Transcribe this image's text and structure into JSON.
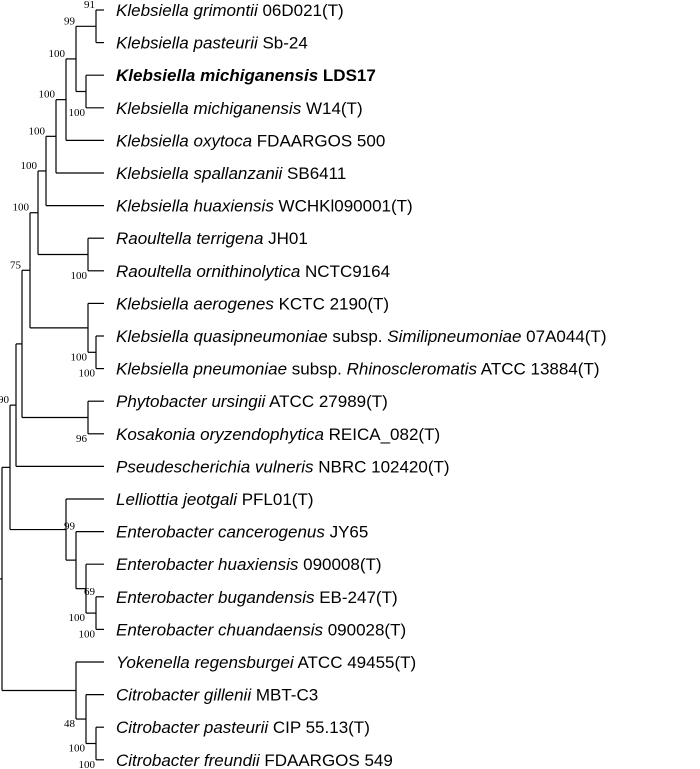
{
  "taxa": [
    {
      "id": "kgri",
      "parts": [
        {
          "t": "Klebsiella grimontii",
          "i": true
        },
        {
          "t": " 06D021(T)",
          "i": false
        }
      ]
    },
    {
      "id": "kpas",
      "parts": [
        {
          "t": "Klebsiella pasteurii",
          "i": true
        },
        {
          "t": " Sb-24",
          "i": false
        }
      ]
    },
    {
      "id": "kmic_lds",
      "bold": true,
      "parts": [
        {
          "t": "Klebsiella michiganensis",
          "i": true
        },
        {
          "t": " LDS17",
          "i": false
        }
      ]
    },
    {
      "id": "kmic_w14",
      "parts": [
        {
          "t": "Klebsiella michiganensis",
          "i": true
        },
        {
          "t": " W14(T)",
          "i": false
        }
      ]
    },
    {
      "id": "koxy",
      "parts": [
        {
          "t": "Klebsiella oxytoca",
          "i": true
        },
        {
          "t": " FDAARGOS 500",
          "i": false
        }
      ]
    },
    {
      "id": "kspa",
      "parts": [
        {
          "t": "Klebsiella spallanzanii",
          "i": true
        },
        {
          "t": " SB6411",
          "i": false
        }
      ]
    },
    {
      "id": "khua",
      "parts": [
        {
          "t": "Klebsiella huaxiensis",
          "i": true
        },
        {
          "t": " WCHKl090001(T)",
          "i": false
        }
      ]
    },
    {
      "id": "rter",
      "parts": [
        {
          "t": "Raoultella terrigena",
          "i": true
        },
        {
          "t": " JH01",
          "i": false
        }
      ]
    },
    {
      "id": "rorn",
      "parts": [
        {
          "t": "Raoultella ornithinolytica",
          "i": true
        },
        {
          "t": " NCTC9164",
          "i": false
        }
      ]
    },
    {
      "id": "kaer",
      "parts": [
        {
          "t": "Klebsiella aerogenes",
          "i": true
        },
        {
          "t": " KCTC 2190(T)",
          "i": false
        }
      ]
    },
    {
      "id": "kqua",
      "parts": [
        {
          "t": "Klebsiella quasipneumoniae",
          "i": true
        },
        {
          "t": " subsp. ",
          "i": false
        },
        {
          "t": "Similipneumoniae",
          "i": true
        },
        {
          "t": " 07A044(T)",
          "i": false
        }
      ]
    },
    {
      "id": "kpne",
      "parts": [
        {
          "t": "Klebsiella pneumoniae",
          "i": true
        },
        {
          "t": " subsp. ",
          "i": false
        },
        {
          "t": "Rhinoscleromatis",
          "i": true
        },
        {
          "t": " ATCC 13884(T)",
          "i": false
        }
      ]
    },
    {
      "id": "pury",
      "parts": [
        {
          "t": "Phytobacter ursingii",
          "i": true
        },
        {
          "t": " ATCC 27989(T)",
          "i": false
        }
      ]
    },
    {
      "id": "kory",
      "parts": [
        {
          "t": "Kosakonia oryzendophytica",
          "i": true
        },
        {
          "t": " REICA_082(T)",
          "i": false
        }
      ]
    },
    {
      "id": "pvul",
      "parts": [
        {
          "t": "Pseudescherichia vulneris",
          "i": true
        },
        {
          "t": " NBRC 102420(T)",
          "i": false
        }
      ]
    },
    {
      "id": "ljeo",
      "parts": [
        {
          "t": "Lelliottia jeotgali",
          "i": true
        },
        {
          "t": " PFL01(T)",
          "i": false
        }
      ]
    },
    {
      "id": "ecan",
      "parts": [
        {
          "t": "Enterobacter cancerogenus",
          "i": true
        },
        {
          "t": " JY65",
          "i": false
        }
      ]
    },
    {
      "id": "ehua",
      "parts": [
        {
          "t": "Enterobacter huaxiensis",
          "i": true
        },
        {
          "t": " 090008(T)",
          "i": false
        }
      ]
    },
    {
      "id": "ebug",
      "parts": [
        {
          "t": "Enterobacter bugandensis",
          "i": true
        },
        {
          "t": " EB-247(T)",
          "i": false
        }
      ]
    },
    {
      "id": "echu",
      "parts": [
        {
          "t": "Enterobacter chuandaensis",
          "i": true
        },
        {
          "t": " 090028(T)",
          "i": false
        }
      ]
    },
    {
      "id": "yreg",
      "parts": [
        {
          "t": "Yokenella regensburgei",
          "i": true
        },
        {
          "t": " ATCC 49455(T)",
          "i": false
        }
      ]
    },
    {
      "id": "cgil",
      "parts": [
        {
          "t": "Citrobacter gillenii",
          "i": true
        },
        {
          "t": " MBT-C3",
          "i": false
        }
      ]
    },
    {
      "id": "cpas",
      "parts": [
        {
          "t": "Citrobacter pasteurii",
          "i": true
        },
        {
          "t": " CIP 55.13(T)",
          "i": false
        }
      ]
    },
    {
      "id": "cfre",
      "parts": [
        {
          "t": "Citrobacter freundii",
          "i": true
        },
        {
          "t": " FDAARGOS 549",
          "i": false
        }
      ]
    }
  ],
  "support_values": [
    "91",
    "99",
    "100",
    "100",
    "100",
    "100",
    "100",
    "100",
    "100",
    "100",
    "100",
    "75",
    "96",
    "90",
    "99",
    "100",
    "69",
    "100",
    "48",
    "100",
    "100"
  ]
}
